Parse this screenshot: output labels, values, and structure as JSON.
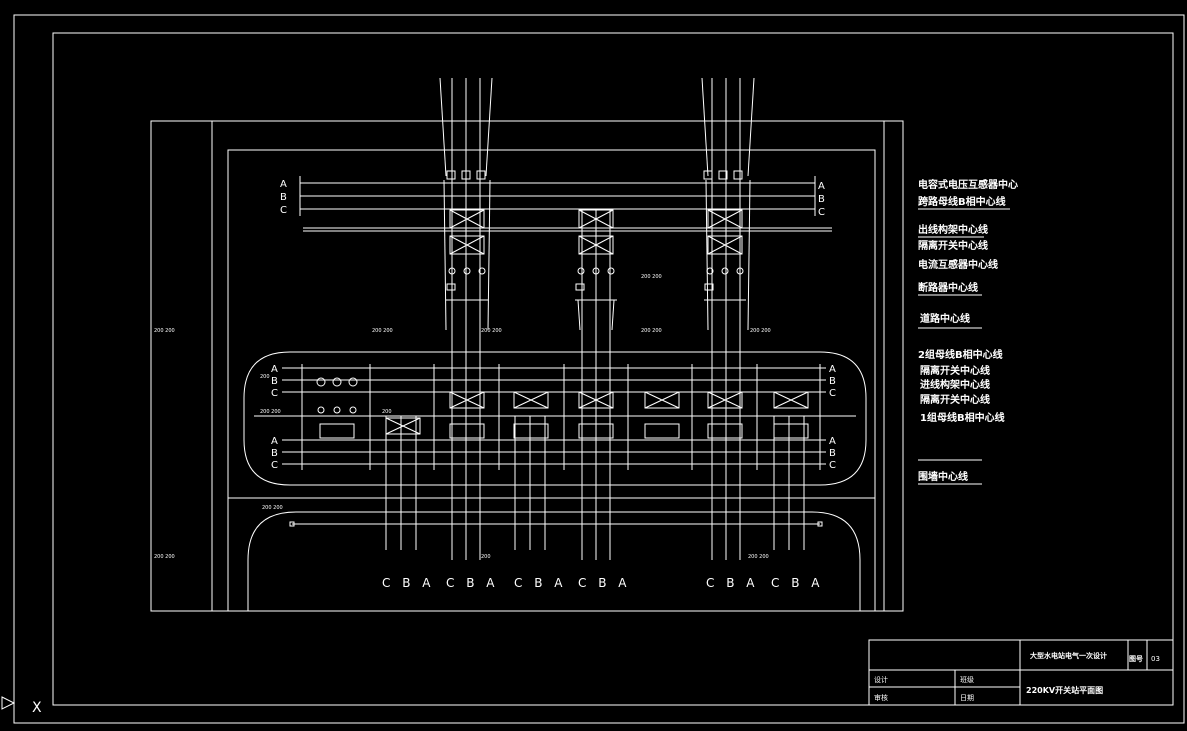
{
  "colors": {
    "background": "#000000",
    "line": "#ffffff"
  },
  "legend_labels": [
    "电容式电压互感器中心",
    "跨路母线B相中心线",
    "出线构架中心线",
    "隔离开关中心线",
    "电流互感器中心线",
    "断路器中心线",
    "道路中心线",
    "2组母线B相中心线",
    "隔离开关中心线",
    "进线构架中心线",
    "隔离开关中心线",
    "1组母线B相中心线",
    "围墙中心线"
  ],
  "phase_labels": {
    "a": "A",
    "b": "B",
    "c": "C"
  },
  "bottom_phase_groups": [
    "C B A",
    "C B A",
    "C B A",
    "C B A",
    "C B A",
    "C B A"
  ],
  "dimension_labels": {
    "d1": "200  200",
    "d2": "200  200",
    "d3": "200  200",
    "d4": "200  200",
    "d5": "200  200",
    "d6": "200  200",
    "d7": "200  200",
    "d8": "200  200",
    "d9": "200  200",
    "d10": "200  200",
    "d11": "200",
    "d12": "200",
    "d13": "200"
  },
  "title_block": {
    "project": "大型水电站电气一次设计",
    "sheet_no_label": "图号",
    "sheet_no": "03",
    "design_label": "设计",
    "check_label": "审核",
    "class_label": "班级",
    "date_label": "日期",
    "drawing_title": "220KV开关站平面图"
  },
  "ucs_icon": "X"
}
